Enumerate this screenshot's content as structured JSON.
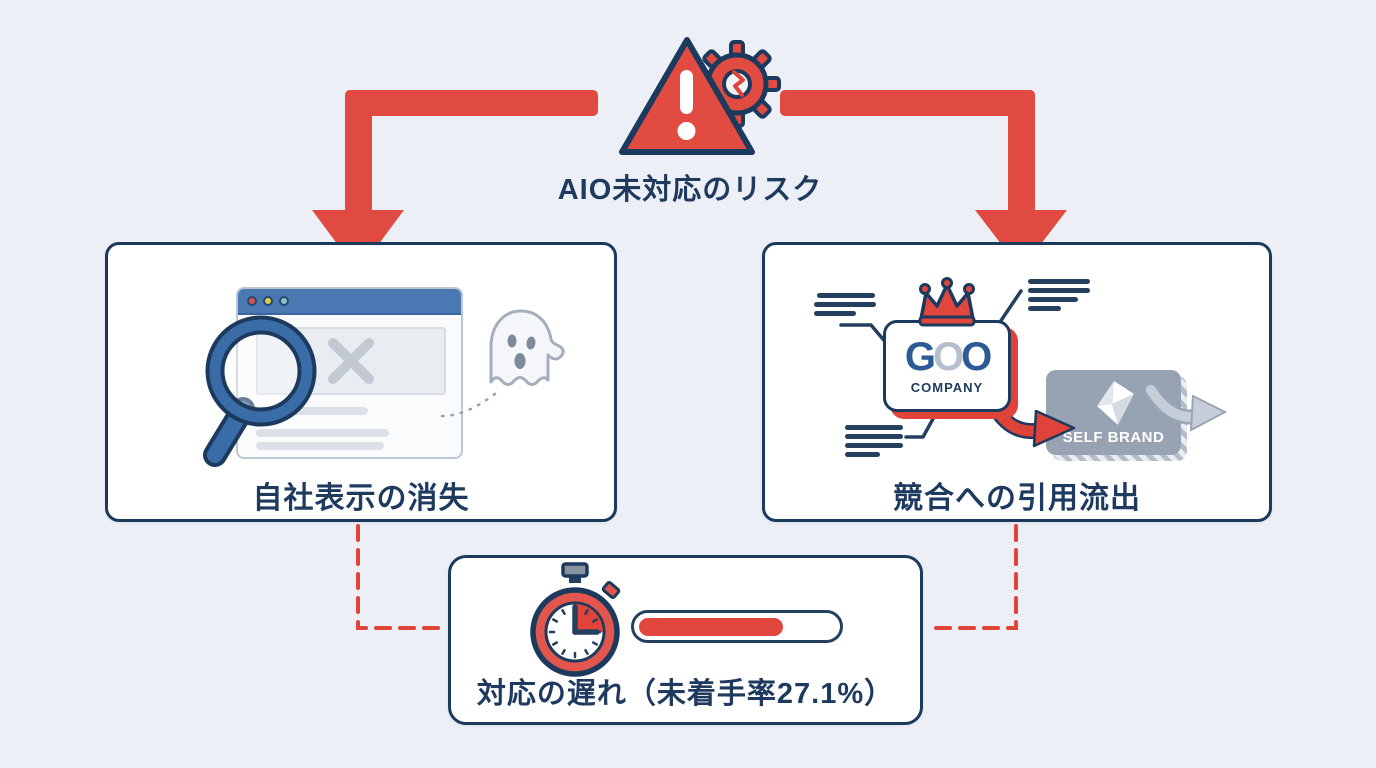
{
  "header": {
    "title": "AIO未対応のリスク",
    "icon": "warning-triangle-with-gear"
  },
  "boxes": {
    "left": {
      "label": "自社表示の消失",
      "icons": [
        "magnifier-icon",
        "browser-window",
        "ghost-icon"
      ]
    },
    "right": {
      "label": "競合への引用流出",
      "logo_g": "G",
      "logo_o1": "O",
      "logo_o2": "O",
      "logo_sub": "COMPANY",
      "competitor_label": "SELF BRAND",
      "icons": [
        "crown-icon",
        "company-card",
        "self-brand-card",
        "red-flow-arrow",
        "gray-exit-arrow"
      ]
    },
    "bottom": {
      "label": "対応の遅れ（未着手率27.1%）",
      "untouched_rate_percent": "27.1",
      "progress_fill_percent": 70,
      "icons": [
        "stopwatch-icon",
        "progress-bar"
      ]
    }
  },
  "colors": {
    "background": "#ECF0F6",
    "navy": "#1C3A5E",
    "red": "#DF4339",
    "browser_blue": "#4A78B2",
    "magnifier_blue": "#3A6CA8",
    "card_gray": "#97A2B2",
    "light_gray_arrow": "#C6CEDA"
  }
}
